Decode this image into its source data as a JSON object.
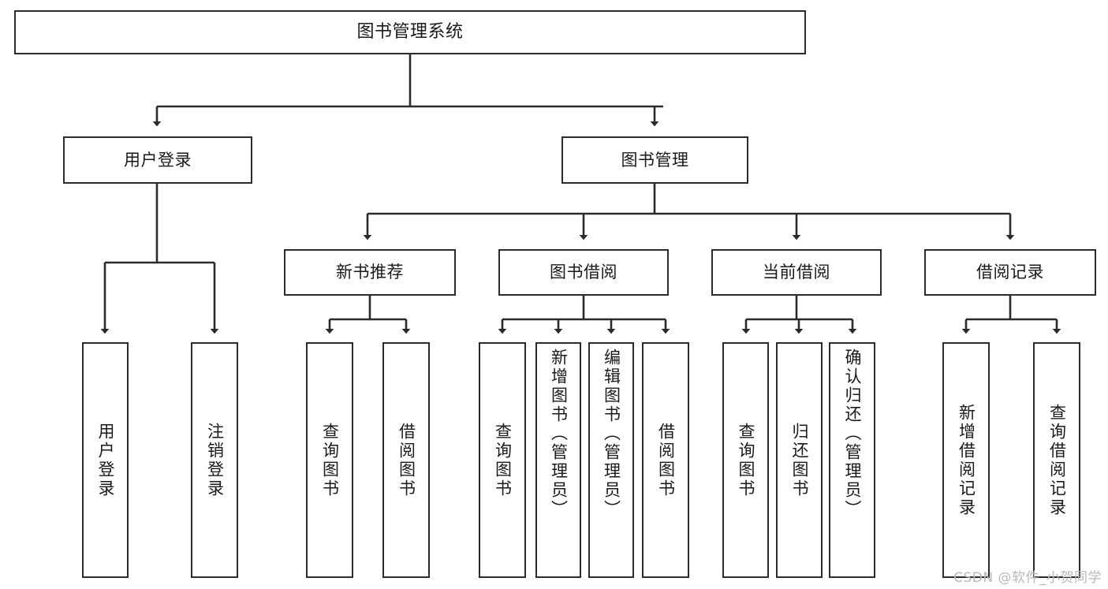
{
  "diagram": {
    "title": "图书管理系统",
    "type": "tree-hierarchy-diagram",
    "stroke_color": "#2b2b2b",
    "fill_color": "#ffffff",
    "text_color": "#1a1a1a"
  },
  "root": {
    "label": "图书管理系统"
  },
  "level2": [
    {
      "label": "用户登录"
    },
    {
      "label": "图书管理"
    }
  ],
  "level3": [
    {
      "label": "新书推荐"
    },
    {
      "label": "图书借阅"
    },
    {
      "label": "当前借阅"
    },
    {
      "label": "借阅记录"
    }
  ],
  "leaves": {
    "user_login": [
      {
        "label": "用户登录"
      },
      {
        "label": "注销登录"
      }
    ],
    "new_book_recommend": [
      {
        "label": "查询图书"
      },
      {
        "label": "借阅图书"
      }
    ],
    "book_borrow": [
      {
        "label": "查询图书"
      },
      {
        "label": "新增图书（管理员）"
      },
      {
        "label": "编辑图书（管理员）"
      },
      {
        "label": "借阅图书"
      }
    ],
    "current_borrow": [
      {
        "label": "查询图书"
      },
      {
        "label": "归还图书"
      },
      {
        "label": "确认归还（管理员）"
      }
    ],
    "borrow_records": [
      {
        "label": "新增借阅记录"
      },
      {
        "label": "查询借阅记录"
      }
    ]
  },
  "watermark": {
    "text": "CSDN @软件_小贺同学"
  }
}
